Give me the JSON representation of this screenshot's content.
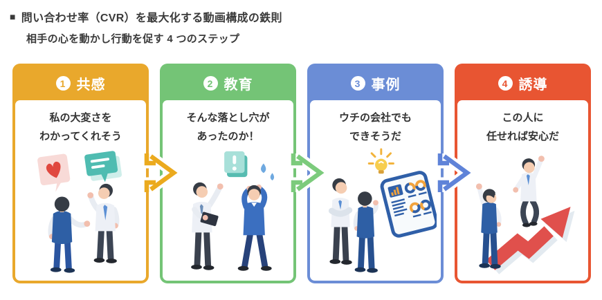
{
  "header": {
    "marker": "■",
    "title": "問い合わせ率（CVR）を最大化する動画構成の鉄則",
    "subtitle": "相手の心を動かし行動を促す 4 つのステップ"
  },
  "steps": [
    {
      "number": "1",
      "label": "共感",
      "quote_line1": "私の大変さを",
      "quote_line2": "わかってくれそう",
      "color": "#E9A82C",
      "icons": [
        "heart-speech-bubble-icon",
        "chat-speech-bubble-icon"
      ]
    },
    {
      "number": "2",
      "label": "教育",
      "quote_line1": "そんな落とし穴が",
      "quote_line2": "あったのか！",
      "color": "#74C476",
      "icons": [
        "exclamation-sign-icon",
        "clipboard-icon",
        "sweat-drops-icon"
      ]
    },
    {
      "number": "3",
      "label": "事例",
      "quote_line1": "ウチの会社でも",
      "quote_line2": "できそうだ",
      "color": "#6B8DD6",
      "icons": [
        "lightbulb-icon",
        "analytics-dashboard-icon"
      ]
    },
    {
      "number": "4",
      "label": "誘導",
      "quote_line1": "この人に",
      "quote_line2": "任せれば安心だ",
      "color": "#E85532",
      "icons": [
        "growth-arrow-icon"
      ]
    }
  ],
  "arrows": [
    {
      "color": "#EBAA1E"
    },
    {
      "color": "#7CCB7C"
    },
    {
      "color": "#5F83D8"
    }
  ]
}
